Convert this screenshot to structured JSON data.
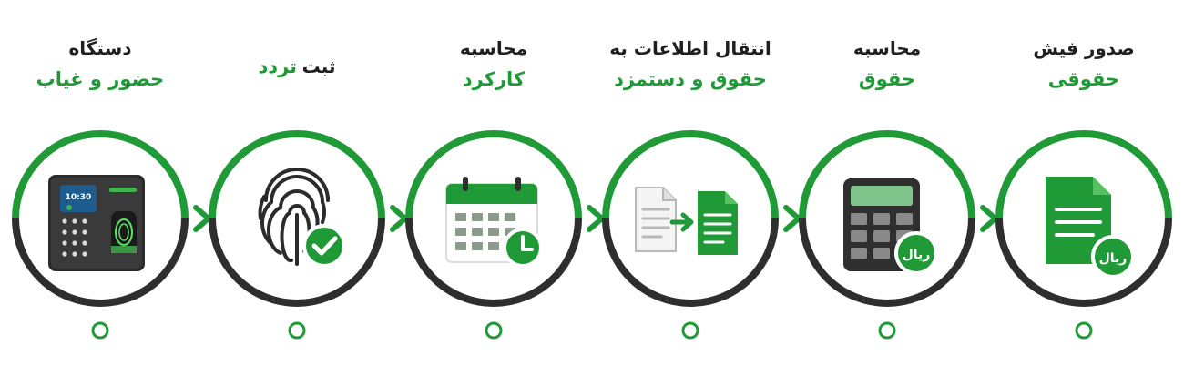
{
  "colors": {
    "green": "#1f9a37",
    "dark": "#2e2e2e",
    "light_green": "#3fb54c"
  },
  "steps": [
    {
      "id": "attendance-device",
      "line1": "دستگاه",
      "line2": "حضور و غیاب",
      "icon": "attendance-device-icon"
    },
    {
      "id": "record-traffic",
      "line1": "ثبت",
      "line2": "تردد",
      "icon": "fingerprint-check-icon"
    },
    {
      "id": "calculate-work",
      "line1": "محاسبه",
      "line2": "کارکرد",
      "icon": "calendar-clock-icon"
    },
    {
      "id": "transfer-info",
      "line1": "انتقال اطلاعات به",
      "line2": "حقوق و دستمزد",
      "icon": "file-transfer-icon"
    },
    {
      "id": "calculate-salary",
      "line1": "محاسبه",
      "line2": "حقوق",
      "icon": "calculator-rial-icon"
    },
    {
      "id": "issue-payslip",
      "line1": "صدور فیش",
      "line2": "حقوقی",
      "icon": "payslip-rial-icon"
    }
  ],
  "device_screen": {
    "time": "10:30"
  },
  "rial_badge": "ریال"
}
